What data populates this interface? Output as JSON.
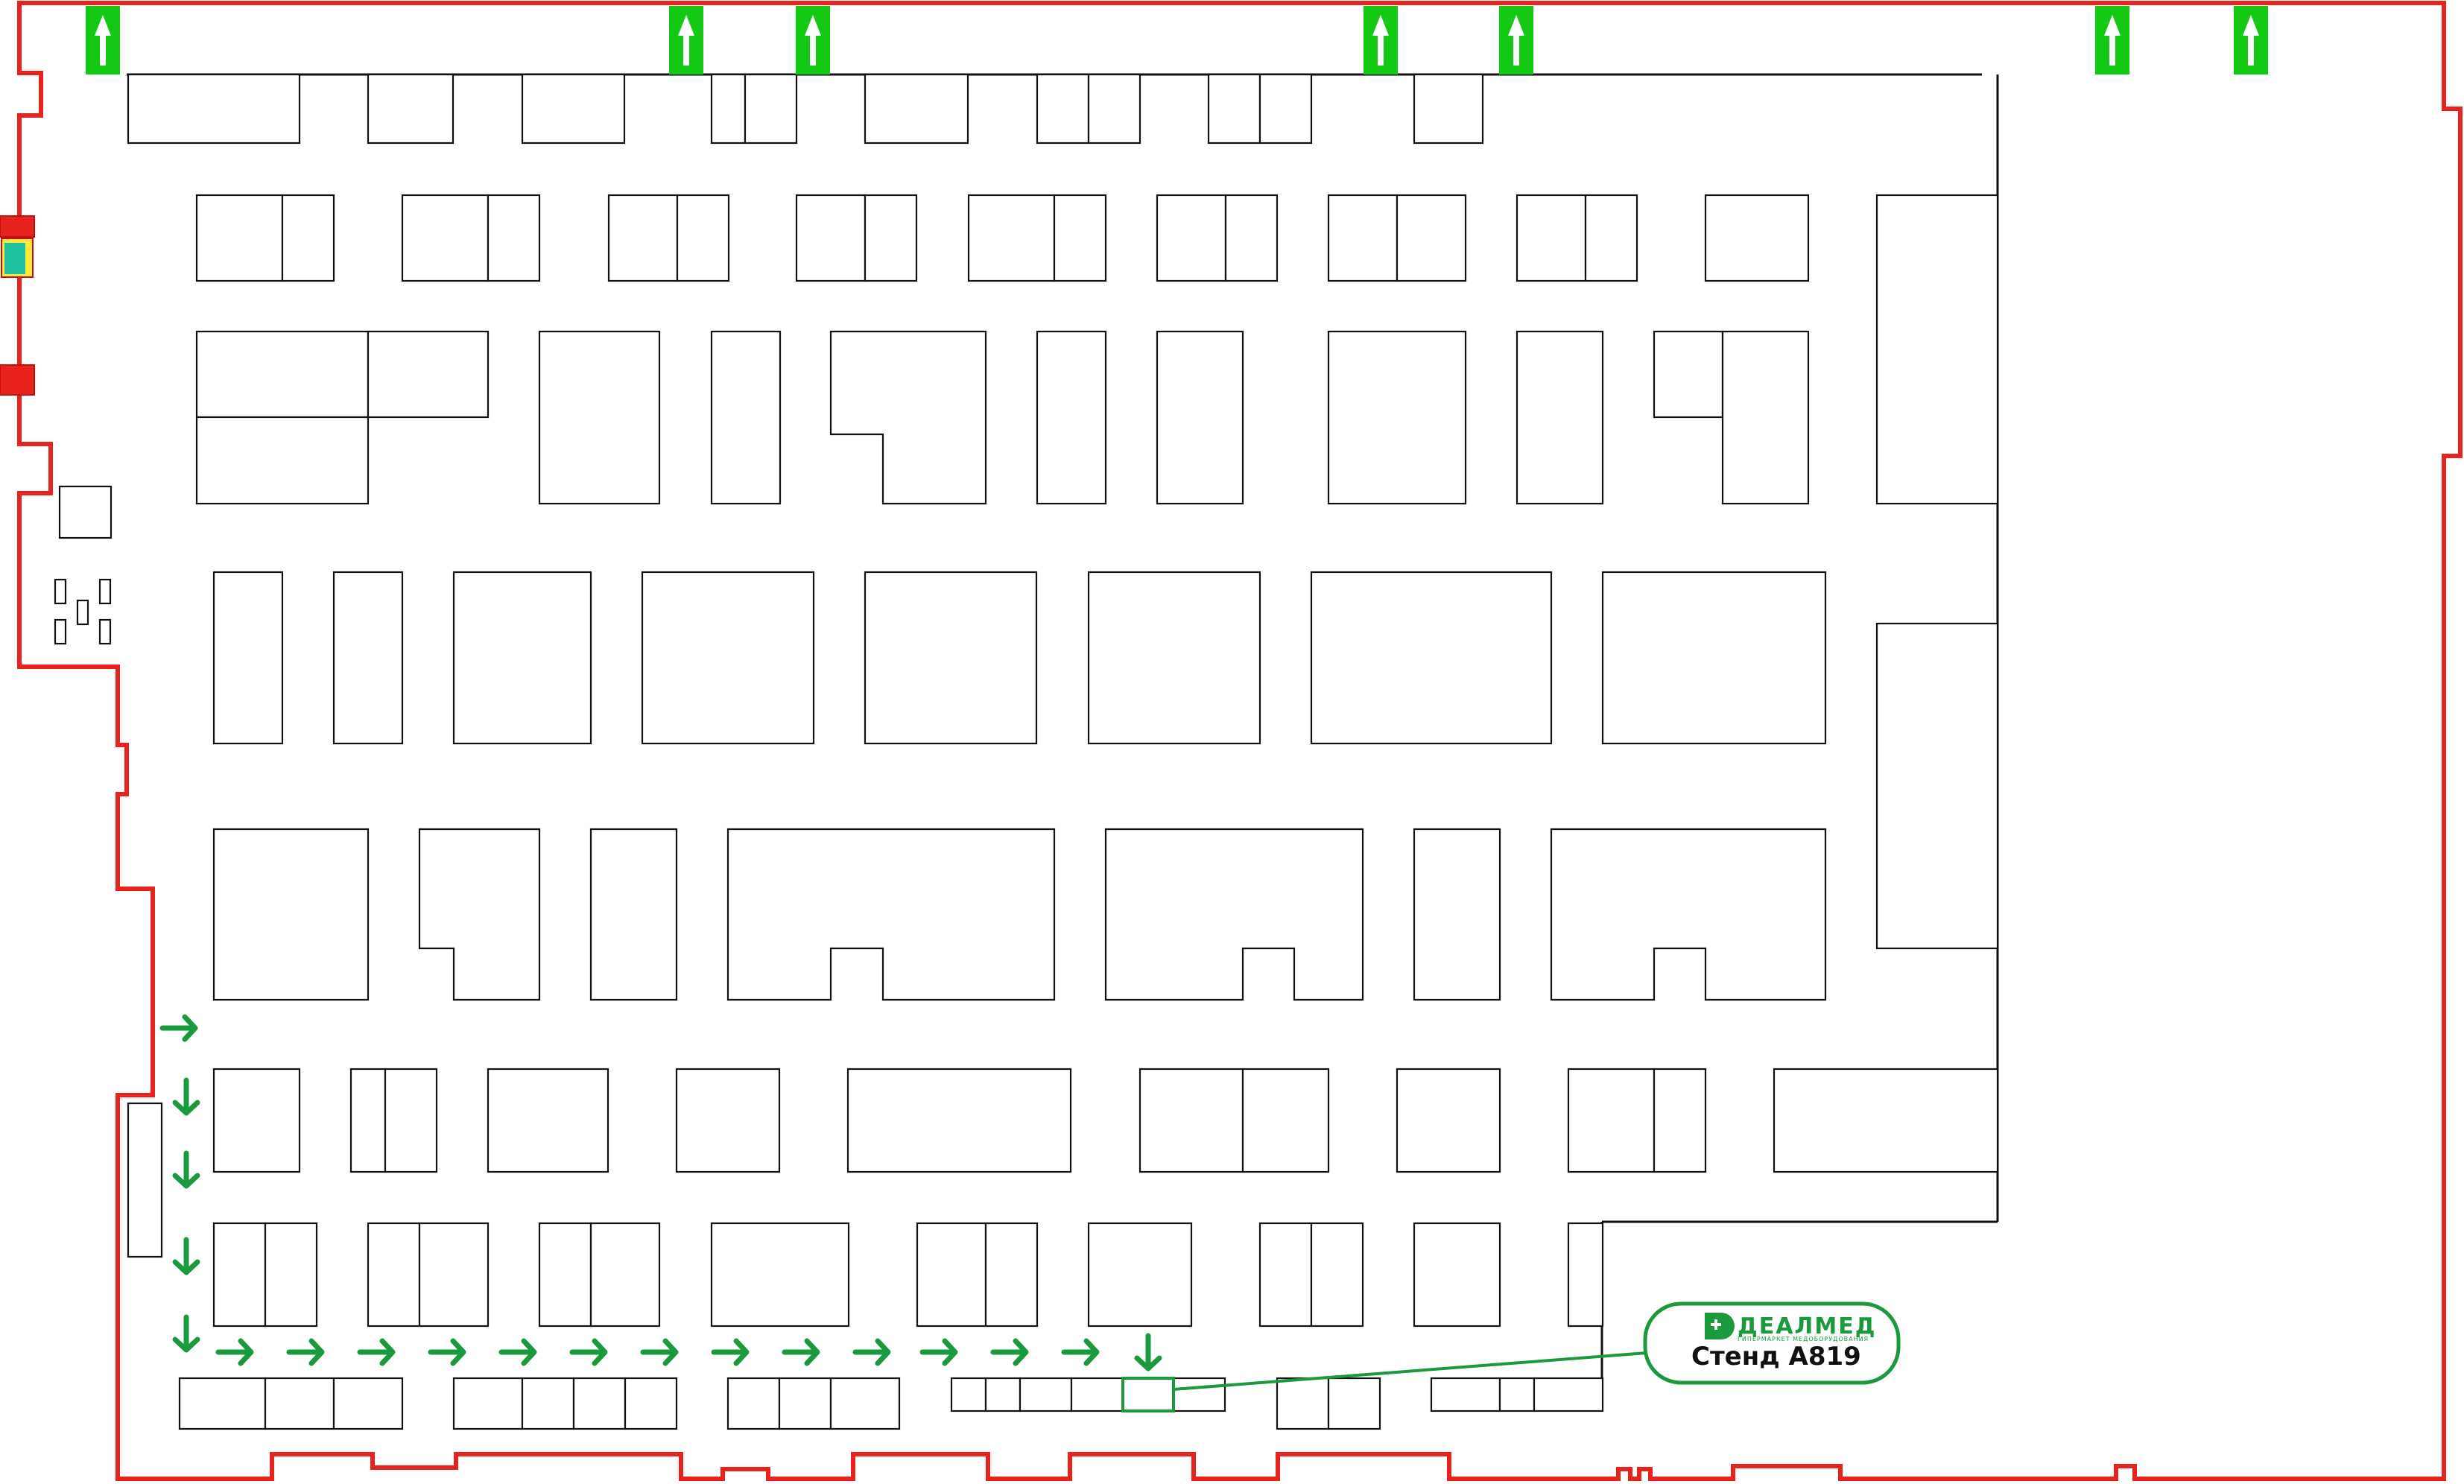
{
  "map": {
    "colors": {
      "wall": "#e8221c",
      "exit": "#14c914",
      "route": "#1a9a3c",
      "stand_outline": "#111111"
    },
    "highlighted_stand": "A819",
    "callout": {
      "brand_name": "ДЕАЛМЕД",
      "brand_tagline": "ГИПЕРМАРКЕТ МЕДОБОРУДОВАНИЯ",
      "stand_label": "Стенд A819"
    },
    "icons": [
      "exit-up-arrow-icon",
      "route-arrow-icon",
      "dealmed-logo-icon",
      "fire-equipment-icon"
    ]
  }
}
